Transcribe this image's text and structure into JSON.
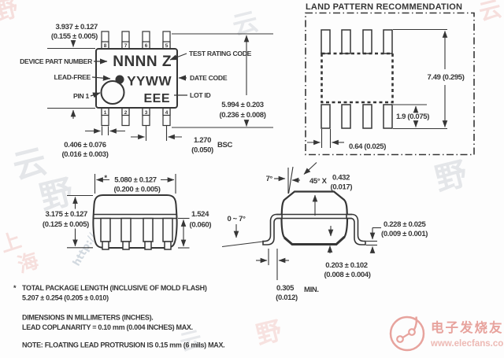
{
  "colors": {
    "ink": "#363636",
    "background": "#fdfdfd",
    "watermark_gray": "#a5acb6",
    "watermark_red": "#e1786e",
    "logo_red": "#e0857e"
  },
  "top_view": {
    "pins_top": [
      "8",
      "7",
      "6",
      "5"
    ],
    "pins_bottom": [
      "1",
      "2",
      "3",
      "4"
    ],
    "marking": {
      "line1": "NNNN Z",
      "line2": "YYWW",
      "line3": "EEE"
    },
    "callouts": {
      "device_part_number": "DEVICE PART NUMBER",
      "lead_free": "LEAD-FREE",
      "pin1": "PIN 1",
      "test_rating_code": "TEST RATING CODE",
      "date_code": "DATE CODE",
      "lot_id": "LOT ID"
    },
    "dims": {
      "body_width_mm": "3.937 ± 0.127",
      "body_width_in": "(0.155 ± 0.005)",
      "lead_width_mm": "0.406 ± 0.076",
      "lead_width_in": "(0.016 ± 0.003)",
      "pitch_mm": "1.270",
      "pitch_in": "(0.050)",
      "pitch_note": "BSC",
      "lead_span_mm": "5.994 ± 0.203",
      "lead_span_in": "(0.236 ± 0.008)"
    }
  },
  "land_pattern": {
    "title": "LAND PATTERN RECOMMENDATION",
    "dims": {
      "overall": "7.49 (0.295)",
      "pad_length": "1.9 (0.075)",
      "pad_width": "0.64 (0.025)"
    }
  },
  "front_view": {
    "dims": {
      "width_star": "*",
      "width_mm": "5.080 ± 0.127",
      "width_in": "(0.200 ± 0.005)",
      "height_mm": "3.175 ± 0.127",
      "height_in": "(0.125 ± 0.005)",
      "lead_len_mm": "1.524",
      "lead_len_in": "(0.060)"
    }
  },
  "end_view": {
    "dims": {
      "top_angle": "7°",
      "chamfer": "45° X",
      "chamfer_mm": "0.432",
      "chamfer_in": "(0.017)",
      "foot_angle": "0 ~ 7°",
      "lead_thickness_mm": "0.228 ± 0.025",
      "lead_thickness_in": "(0.009 ± 0.001)",
      "standoff_mm": "0.203 ± 0.102",
      "standoff_in": "(0.008 ± 0.004)",
      "foot_length_mm": "0.305",
      "foot_length_in": "(0.012)",
      "foot_length_note": "MIN."
    }
  },
  "notes": {
    "star": "*",
    "line1": "TOTAL PACKAGE LENGTH (INCLUSIVE OF MOLD FLASH)",
    "line2": "5.207 ± 0.254 (0.205 ± 0.010)",
    "line3": "DIMENSIONS IN MILLIMETERS (INCHES).",
    "line4": "LEAD COPLANARITY = 0.10 mm (0.004 INCHES) MAX.",
    "line5": "NOTE: FLOATING LEAD PROTRUSION IS 0.15 mm (6 mils) MAX."
  },
  "watermark": {
    "logo_title": "电子发烧友",
    "logo_url": "www.elecfans.com",
    "marks": [
      "云",
      "野",
      "云",
      "野",
      "上",
      "海",
      "http://",
      "野",
      "云",
      "野",
      "云"
    ]
  }
}
